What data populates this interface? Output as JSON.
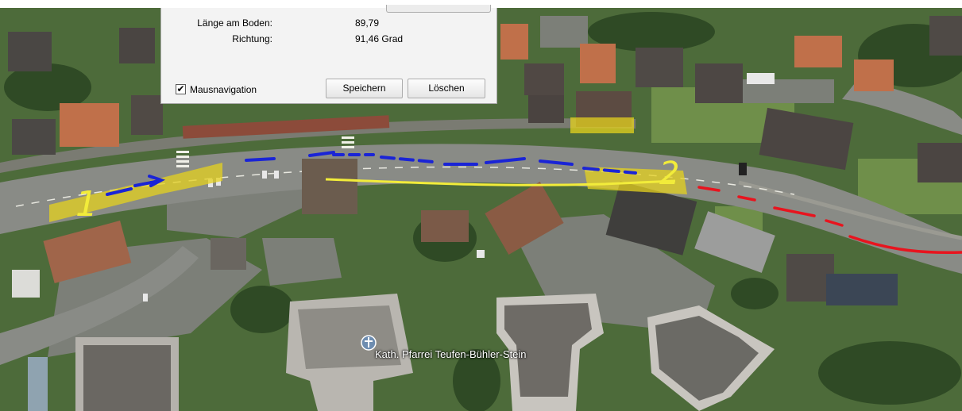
{
  "panel": {
    "length_label": "Länge am Boden:",
    "length_value": "89,79",
    "direction_label": "Richtung:",
    "direction_value": "91,46 Grad",
    "mouse_nav_label": "Mausnavigation",
    "mouse_nav_checked": true,
    "save_label": "Speichern",
    "delete_label": "Löschen"
  },
  "map": {
    "marker_1": "1",
    "marker_2": "2",
    "poi_label": "Kath. Pfarrei Teufen-Bühler-Stein",
    "poi_icon": "church-pin-icon",
    "colors": {
      "highlight": "#e6d21e",
      "measure_line": "#f2ec3a",
      "blue_path": "#1a24d6",
      "red_path": "#e8141e"
    }
  }
}
